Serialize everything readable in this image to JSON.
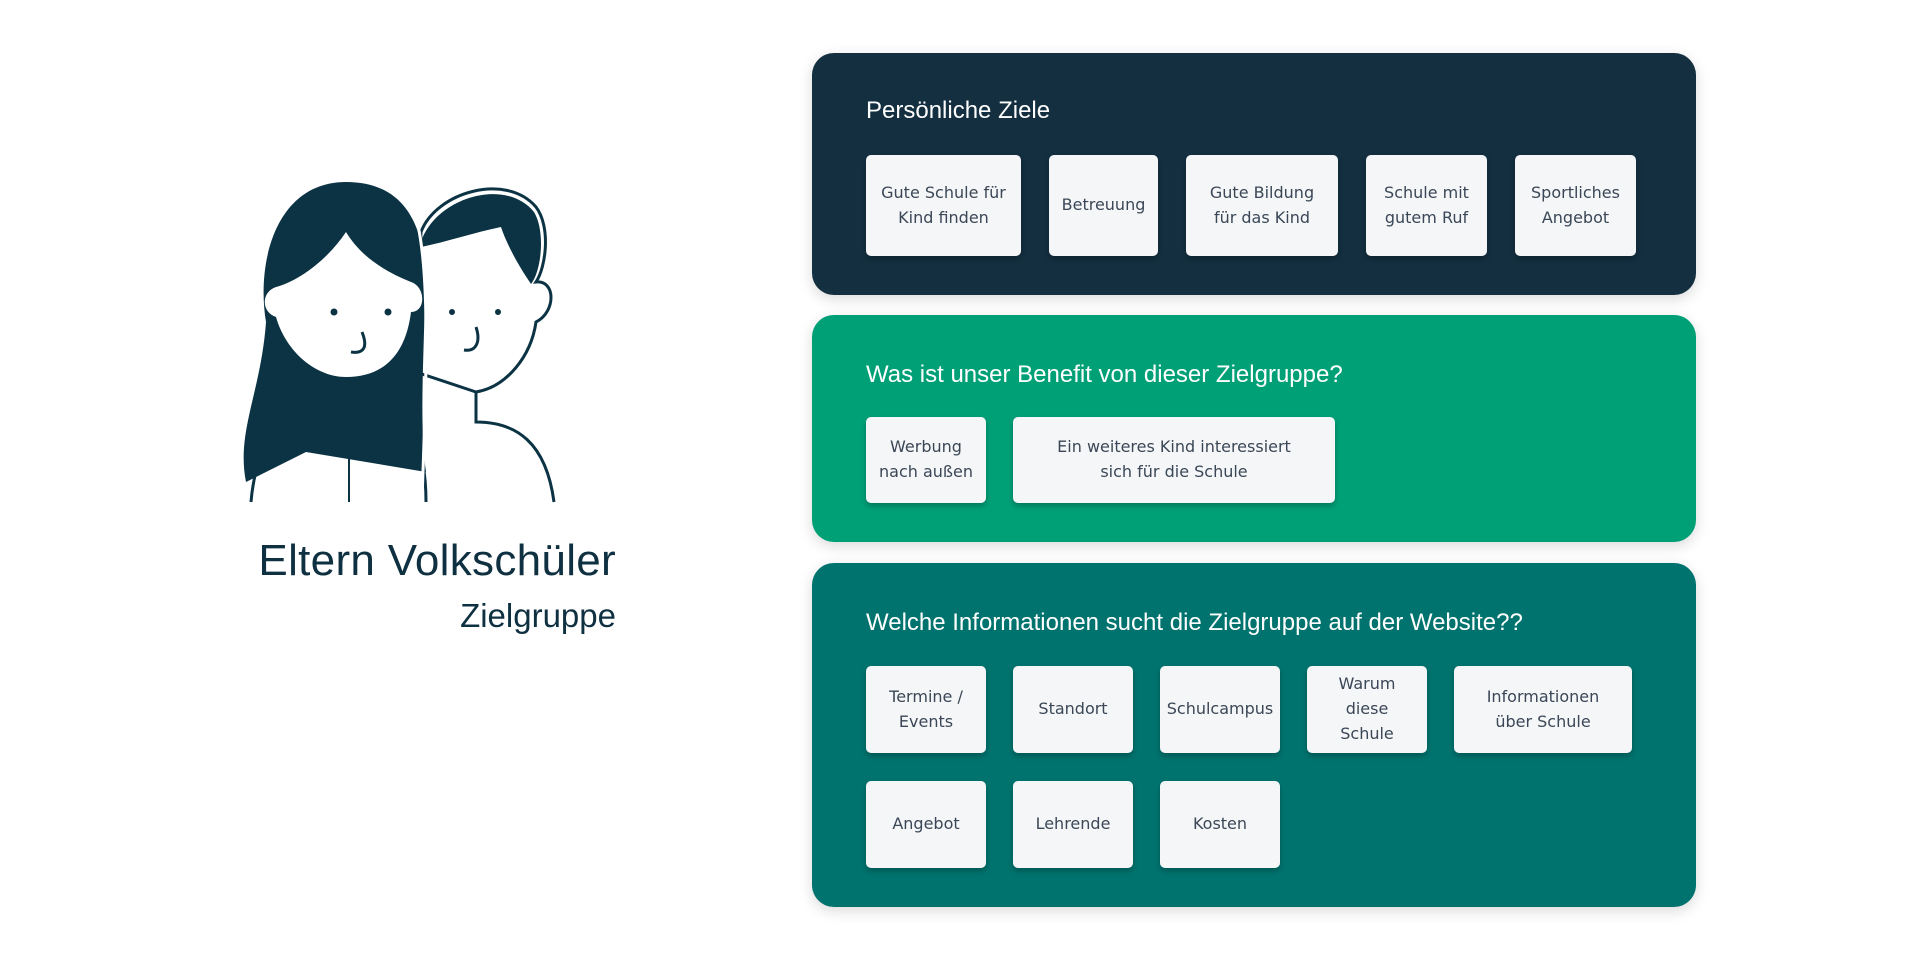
{
  "persona": {
    "title": "Eltern Volkschüler",
    "subtitle": "Zielgruppe",
    "illustration": "parents-couple-icon"
  },
  "colors": {
    "panel_goals": "#132f40",
    "panel_benefit": "#00a077",
    "panel_info": "#00736e",
    "card": "#f4f6f8",
    "ink": "#0e3040"
  },
  "panels": [
    {
      "title": "Persönliche Ziele",
      "cards": [
        "Gute Schule für\nKind finden",
        "Betreuung",
        "Gute Bildung\nfür das Kind",
        "Schule mit\ngutem Ruf",
        "Sportliches\nAngebot"
      ]
    },
    {
      "title": "Was ist unser Benefit von dieser Zielgruppe?",
      "cards": [
        "Werbung\nnach außen",
        "Ein weiteres Kind interessiert\nsich für die Schule"
      ]
    },
    {
      "title": "Welche Informationen sucht die Zielgruppe auf der Website??",
      "cards": [
        "Termine /\nEvents",
        "Standort",
        "Schulcampus",
        "Warum\ndiese Schule",
        "Informationen\nüber Schule",
        "Angebot",
        "Lehrende",
        "Kosten"
      ]
    }
  ]
}
